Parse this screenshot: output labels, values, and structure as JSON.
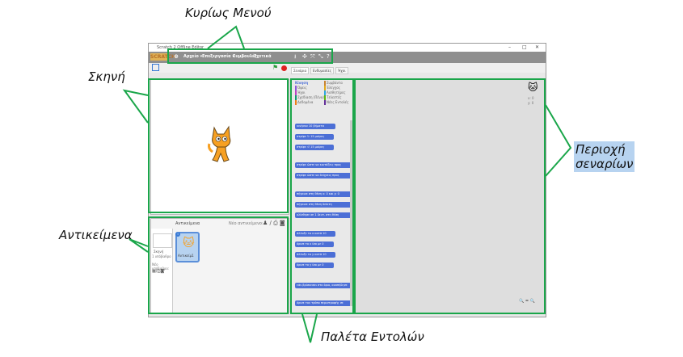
{
  "annotations": {
    "main_menu": "Κυρίως Μενού",
    "stage": "Σκηνή",
    "sprites": "Αντικείμενα",
    "palette": "Παλέτα Εντολών",
    "scripts_line1": "Περιοχή",
    "scripts_line2": "σεναρίων"
  },
  "window": {
    "title": "Scratch 2 Offline Editor",
    "controls": [
      "–",
      "□",
      "✕"
    ]
  },
  "menu": {
    "logo": "SCRATCH",
    "items": [
      "Αρχείο ▾",
      "Επεξεργασία ▾",
      "Συμβουλές",
      "Σχετικά"
    ],
    "tools": [
      "⭳",
      "✣",
      "⤧",
      "⤡",
      "?"
    ]
  },
  "tabs": [
    "Σενάρια",
    "Ενδυμασίες",
    "Ήχοι"
  ],
  "palette": {
    "categories_left": [
      "Κίνηση",
      "Όψεις",
      "Ήχοι",
      "Σχεδίαση (Πένα)",
      "Δεδομένα"
    ],
    "categories_right": [
      "Συμβάντα",
      "Έλεγχος",
      "Αισθητήρες",
      "Τελεστές",
      "Νέες Εντολές"
    ],
    "blocks": [
      "κινήσου 10 βήματα",
      "στρίψε ↻ 15 μοίρες",
      "στρίψε ↺ 15 μοίρες",
      "στρίψε ώστε να κοιτάζεις προς",
      "στρίψε ώστε να δείχνεις προς",
      "πήγαινε στη θέση x: 0 και y: 0",
      "πήγαινε στη θέση δείκτη",
      "ολίσθησε σε 1 δευτ. στη θέση",
      "άλλαξε το x κατά 10",
      "όρισε το x ίσο με 0",
      "άλλαξε το y κατά 10",
      "όρισε το y ίσο με 0",
      "εάν βρίσκεσαι στο όριο, αναπήδησε",
      "όρισε τον τρόπο περιστροφής σε"
    ]
  },
  "sprites": {
    "header": "Αντικείμενα",
    "new_sprite": "Νέο αντικείμενο:",
    "stage_label": "Σκηνή",
    "stage_sub": "1 υπόβαθρο",
    "new_backdrop": "Νέο υπόβαθρο:",
    "sprite_name": "Αντικείμ1",
    "sprite_badge": "i"
  },
  "scripts": {
    "coord_x": "x: 0",
    "coord_y": "y: 0",
    "zoom": "🔍 = 🔍"
  },
  "colors": {
    "highlight": "#1aa64a",
    "motion": "#4c6fd6",
    "selection": "#b7d3f0"
  }
}
